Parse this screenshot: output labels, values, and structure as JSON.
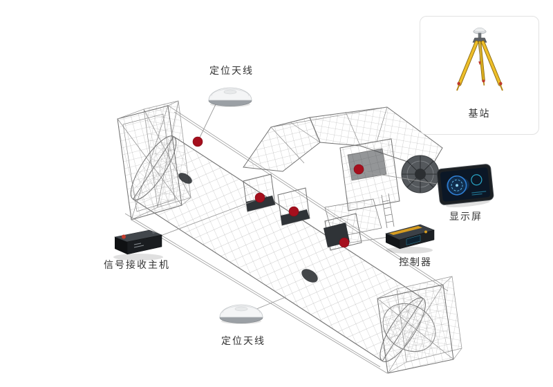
{
  "labels": {
    "antenna_top": "定位天线",
    "antenna_bottom": "定位天线",
    "base_station": "基站",
    "display": "显示屏",
    "controller": "控制器",
    "receiver": "信号接收主机"
  },
  "icons": {
    "antenna_top": "gnss-dome-antenna",
    "antenna_bottom": "gnss-dome-antenna",
    "base_station": "surveying-tripod",
    "display": "dashboard-screen",
    "controller": "control-unit-box",
    "receiver": "signal-receiver-box"
  },
  "colors": {
    "background": "#ffffff",
    "dot": "#a50f1d",
    "wireframe": "#787878",
    "mesh": "#a6a6a6",
    "connector": "#9b9b9b",
    "label_text": "#333333",
    "panel_border": "#e2e2e2",
    "tripod_yellow": "#eebf2a",
    "accent_red": "#c0392b",
    "device_dark": "#17191c",
    "screen_blue": "#2f80d6"
  }
}
